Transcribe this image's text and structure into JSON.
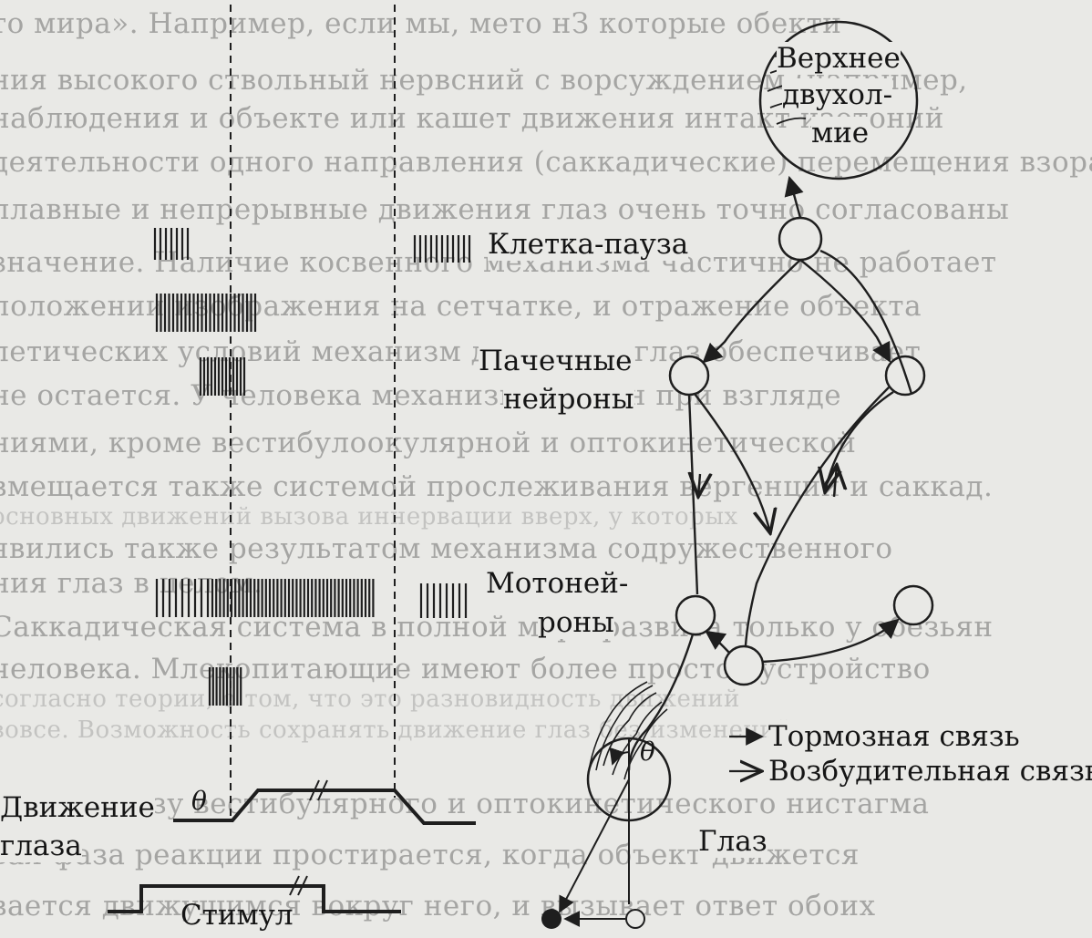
{
  "background_text": [
    "то мира». Например, если мы, мето нЗ которые обекти",
    "ния высокого ствольный нервсний с ворсуждением (например,",
    "наблюдения и объекте или кашет движения интакт изотоний",
    "деятельности одного направления (саккадические) перемещения взора",
    "плавные и непрерывные движения глаз очень точно согласованы",
    "значение. Наличие косвенного механизма частично не работает",
    "положении изображения на сетчатке, и отражение объекта",
    "летических условий механизм движения глаз обеспечивает",
    "не остается. У человека механизм сложен при взгляде",
    "ниями, кроме вестибулоокулярной и оптокинетической",
    "вмещается также системой прослеживания вергенции и саккад.",
    "основных движений вызова иннервации вверх, у которых",
    "явились также результатом механизма содружественного",
    "ния глаз в целом.",
    "Саккадическая система в полной мере развита только у обезьян",
    "человека. Млекопитающие имеют более простое устройство",
    "согласно теории, о том, что это разновидность движений",
    "вовсе. Возможность сохранять движение глаз без изменений",
    "другую фазу вестибулярного и оптокинетического нистагма",
    "вая фаза реакции простирается, когда объект движется",
    "вается движущимся вокруг него, и вызывает ответ обоих"
  ],
  "labels": {
    "upper_colliculus": [
      "Верхнее",
      "двухол-",
      "мие"
    ],
    "pause_cell": "Клетка-пауза",
    "burst_neurons": [
      "Пачечные",
      "нейроны"
    ],
    "motoneurons": [
      "Мотоней-",
      "роны"
    ],
    "inhibitory_link": "Тормозная связь",
    "excitatory_link": "Возбудительная связь",
    "eye_movement": [
      "Движение",
      "глаза"
    ],
    "theta": "θ",
    "eye": "Глаз",
    "stimulus": "Стимул"
  },
  "colors": {
    "paper": "#e9e9e6",
    "ink": "#1e1e1e",
    "ghost_text": "#6e6e6e"
  }
}
